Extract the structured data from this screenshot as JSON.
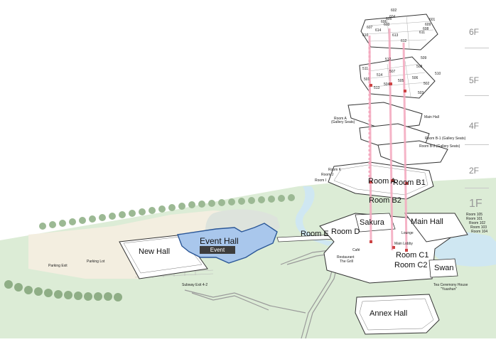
{
  "floors": [
    "6F",
    "5F",
    "4F",
    "2F",
    "1F"
  ],
  "active_floor": "1F",
  "buildings": {
    "event_hall": "Event Hall",
    "event_badge": "Event",
    "new_hall": "New Hall",
    "main_hall": "Main Hall",
    "annex_hall": "Annex Hall",
    "sakura": "Sakura",
    "swan": "Swan",
    "room_a": "Room A",
    "room_b1": "Room B1",
    "room_b2": "Room B2",
    "room_c1": "Room C1",
    "room_c2": "Room C2",
    "room_d": "Room D",
    "room_e": "Room E"
  },
  "small_labels": {
    "parking_exit": "Parking Exit",
    "parking_lot": "Parking Lot",
    "subway_exit": "Subway Exit 4-2",
    "room_k": "Room K",
    "room_j": "Room J",
    "room_i": "Room I",
    "room_a_gallery": "Room A",
    "gallery_seats": "(Gallery Seats)",
    "room_b1_gallery": "Room B-1 (Gallery Seats)",
    "room_b2_gallery": "Room B-2 (Gallery Seats)",
    "main_hall_small": "Main Hall",
    "lounge": "Lounge",
    "main_lobby": "Main Lobby",
    "room_101": "Room 101",
    "room_102": "Room 102",
    "room_103": "Room 103",
    "room_104": "Room 104",
    "room_105": "Room 105",
    "tea_house": "Tea Ceremony House",
    "tea_house_sub": "\"Yuushun\"",
    "restaurant": "Restaurant",
    "the_grill": "The Grill",
    "cafe": "Café",
    "room_607": "607",
    "room_606": "606",
    "room_605": "605",
    "room_604": "604",
    "room_603": "603",
    "room_602": "602",
    "room_601": "601",
    "room_609": "609",
    "room_608": "608",
    "room_611": "611",
    "room_610": "610",
    "room_612": "612",
    "room_613": "613",
    "room_614": "614",
    "room_511": "511",
    "room_512": "512",
    "room_510": "510",
    "room_509": "509",
    "room_508": "508",
    "room_507": "507",
    "room_506": "506",
    "room_505": "505",
    "room_504": "504",
    "room_503": "503",
    "room_502": "502",
    "room_501": "501",
    "room_513": "513",
    "room_514": "514"
  },
  "colors": {
    "park": "#d8ead3",
    "water": "#cde6f2",
    "building": "#ffffff",
    "event_hall": "#a9c7ec",
    "elevator": "#f4a8be",
    "plaza": "#f5efe1"
  }
}
